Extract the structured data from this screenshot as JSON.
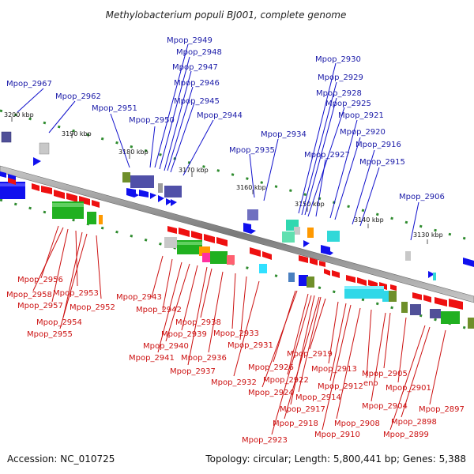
{
  "map": {
    "title": "Methylobacterium populi BJ001, complete genome",
    "accession": "Accession: NC_010725",
    "summary": "Topology: circular; Length: 5,800,441 bp; Genes: 5,388"
  },
  "colors": {
    "forward_gene": "#1010ee",
    "reverse_gene": "#ee1010",
    "backbone": "#888888",
    "tick": "#2e8b2e",
    "label_forward": "#1a1aa8",
    "label_reverse": "#cc1111"
  },
  "positions_kbp": [
    "3200 kbp",
    "3190 kbp",
    "3180 kbp",
    "3170 kbp",
    "3160 kbp",
    "3150 kbp",
    "3140 kbp",
    "3130 kbp"
  ],
  "forward_labels": [
    "Mpop_2967",
    "Mpop_2962",
    "Mpop_2951",
    "Mpop_2950",
    "Mpop_2949",
    "Mpop_2948",
    "Mpop_2947",
    "Mpop_2946",
    "Mpop_2945",
    "Mpop_2944",
    "Mpop_2935",
    "Mpop_2934",
    "Mpop_2930",
    "Mpop_2929",
    "Mpop_2928",
    "Mpop_2925",
    "Mpop_2927",
    "Mpop_2921",
    "Mpop_2920",
    "Mpop_2916",
    "Mpop_2915",
    "Mpop_2906"
  ],
  "reverse_labels": [
    "Mpop_2956",
    "Mpop_2958",
    "Mpop_2953",
    "Mpop_2957",
    "Mpop_2952",
    "Mpop_2954",
    "Mpop_2955",
    "Mpop_2943",
    "Mpop_2942",
    "Mpop_2938",
    "Mpop_2939",
    "Mpop_2940",
    "Mpop_2933",
    "Mpop_2941",
    "Mpop_2936",
    "Mpop_2931",
    "Mpop_2937",
    "Mpop_2919",
    "Mpop_2926",
    "Mpop_2913",
    "Mpop_2932",
    "Mpop_2922",
    "Mpop_2905",
    "Mpop_2912",
    "eno",
    "Mpop_2924",
    "Mpop_2914",
    "Mpop_2901",
    "Mpop_2917",
    "Mpop_2904",
    "Mpop_2918",
    "Mpop_2908",
    "Mpop_2897",
    "Mpop_2898",
    "Mpop_2910",
    "Mpop_2899",
    "Mpop_2923"
  ]
}
